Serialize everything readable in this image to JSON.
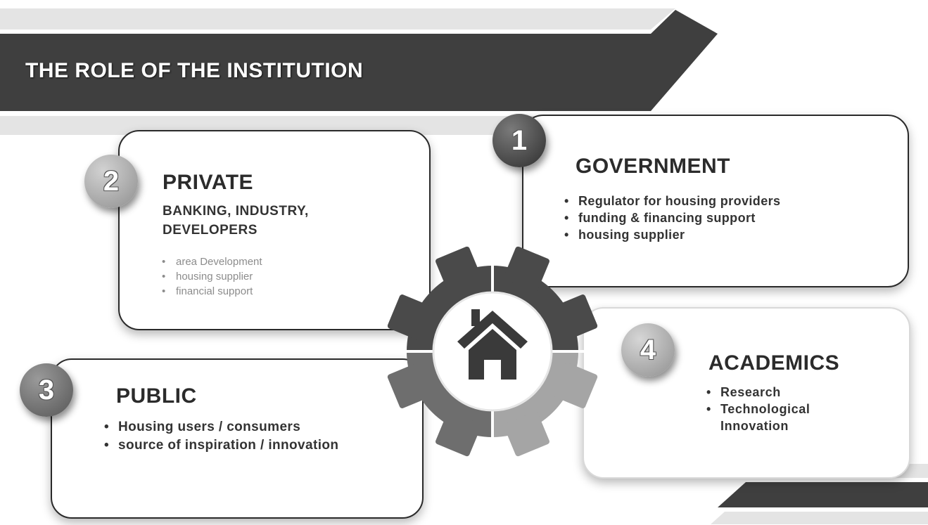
{
  "banner": {
    "title": "THE ROLE OF THE INSTITUTION"
  },
  "cards": {
    "government": {
      "number": "1",
      "title": "GOVERNMENT",
      "bullets": [
        "Regulator for housing providers",
        "funding & financing support",
        "housing supplier"
      ]
    },
    "private": {
      "number": "2",
      "title": "PRIVATE",
      "subtitle_lines": [
        "BANKING, INDUSTRY,",
        "DEVELOPERS"
      ],
      "bullets": [
        "area Development",
        "housing supplier",
        "financial support"
      ]
    },
    "public": {
      "number": "3",
      "title": "PUBLIC",
      "bullets": [
        "Housing users / consumers",
        "source of inspiration / innovation"
      ]
    },
    "academics": {
      "number": "4",
      "title": "ACADEMICS",
      "bullets": [
        "Research",
        "Technological Innovation"
      ]
    }
  },
  "center": {
    "icon": "house-icon",
    "gear_icon": "gear-icon"
  },
  "colors": {
    "banner_dark": "#3f3f3f",
    "banner_light": "#e6e6e6",
    "gear_dark": "#4a4a4a",
    "gear_mid": "#6e6e6e",
    "gear_light": "#a5a5a5",
    "text": "#2b2b2b"
  }
}
